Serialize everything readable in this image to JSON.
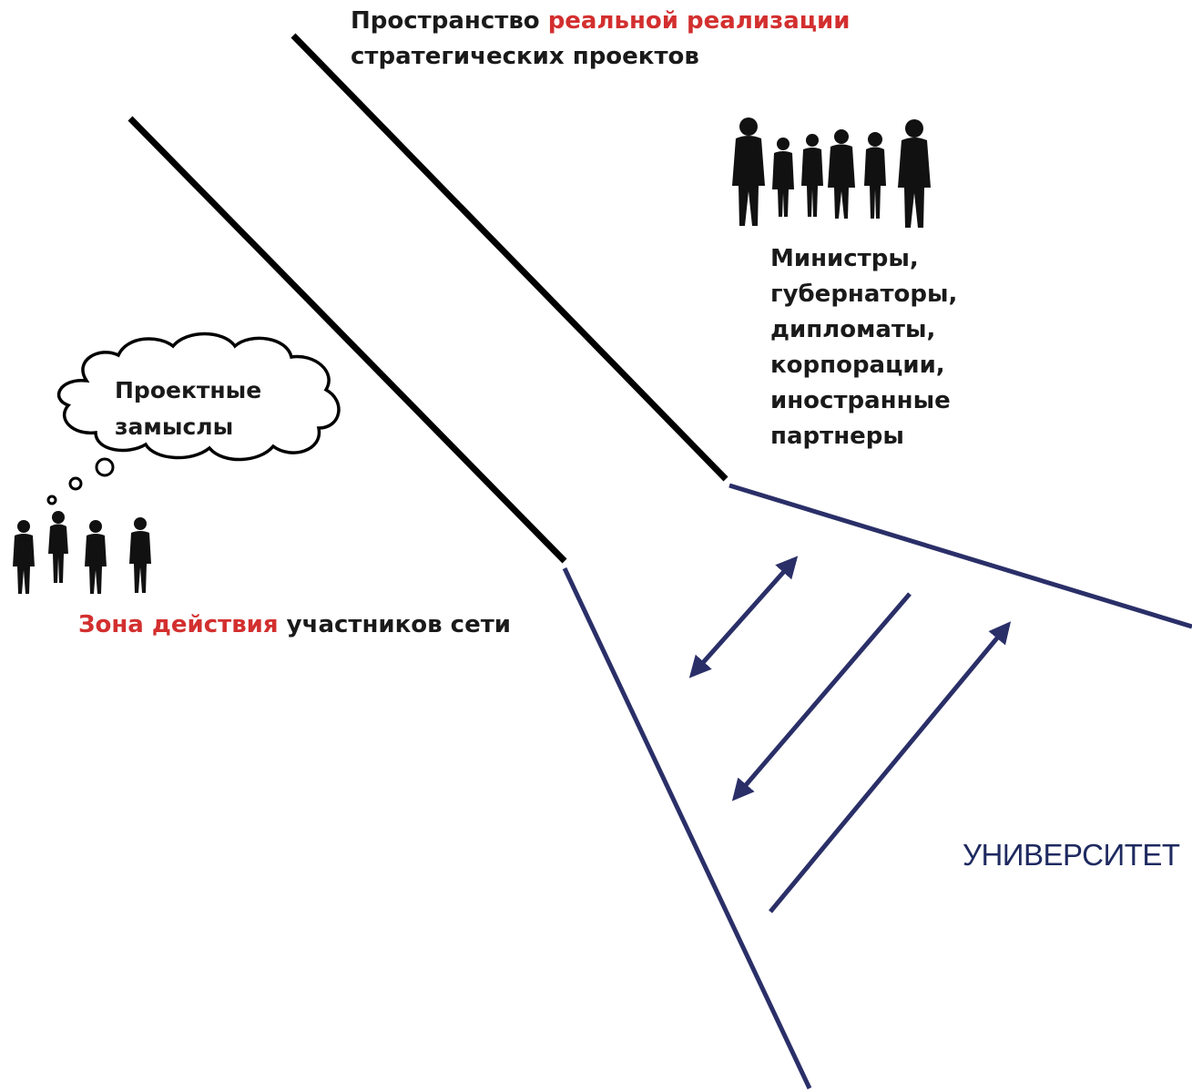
{
  "title": {
    "part1": "Пространство ",
    "part1_accent": "реальной реализации",
    "line2": "стратегических проектов"
  },
  "leaders": {
    "lines": [
      "Министры,",
      "губернаторы,",
      "дипломаты,",
      "корпорации,",
      "иностранные",
      "партнеры"
    ]
  },
  "thought_bubble": {
    "lines": [
      "Проектные",
      "замыслы"
    ]
  },
  "zone": {
    "accent": "Зона действия",
    "rest": " участников сети"
  },
  "university": "УНИВЕРСИТЕТ",
  "colors": {
    "accent_red": "#d32f2f",
    "navy": "#2a2f68",
    "black_line": "#000000"
  },
  "icons": [
    "people-group-icon",
    "people-small-group-icon",
    "thought-bubble-icon"
  ]
}
